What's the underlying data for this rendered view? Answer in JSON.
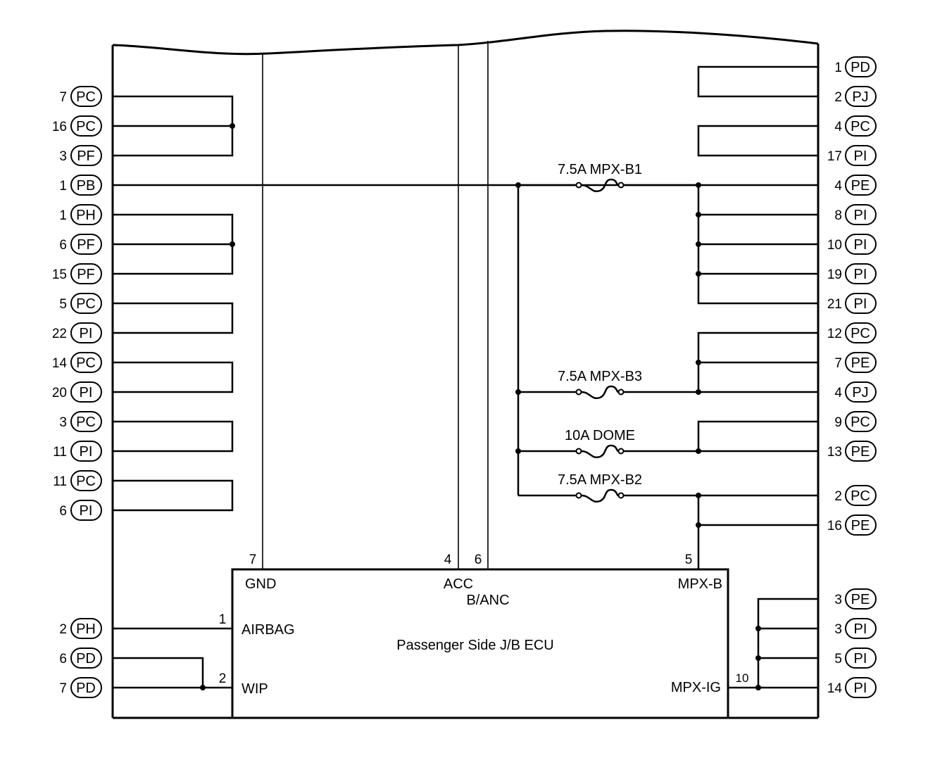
{
  "left_terminals": [
    {
      "pin": "7",
      "conn": "PC"
    },
    {
      "pin": "16",
      "conn": "PC"
    },
    {
      "pin": "3",
      "conn": "PF"
    },
    {
      "pin": "1",
      "conn": "PB"
    },
    {
      "pin": "1",
      "conn": "PH"
    },
    {
      "pin": "6",
      "conn": "PF"
    },
    {
      "pin": "15",
      "conn": "PF"
    },
    {
      "pin": "5",
      "conn": "PC"
    },
    {
      "pin": "22",
      "conn": "PI"
    },
    {
      "pin": "14",
      "conn": "PC"
    },
    {
      "pin": "20",
      "conn": "PI"
    },
    {
      "pin": "3",
      "conn": "PC"
    },
    {
      "pin": "11",
      "conn": "PI"
    },
    {
      "pin": "11",
      "conn": "PC"
    },
    {
      "pin": "6",
      "conn": "PI"
    },
    {
      "pin": "2",
      "conn": "PH"
    },
    {
      "pin": "6",
      "conn": "PD"
    },
    {
      "pin": "7",
      "conn": "PD"
    }
  ],
  "right_terminals": [
    {
      "pin": "1",
      "conn": "PD"
    },
    {
      "pin": "2",
      "conn": "PJ"
    },
    {
      "pin": "4",
      "conn": "PC"
    },
    {
      "pin": "17",
      "conn": "PI"
    },
    {
      "pin": "4",
      "conn": "PE"
    },
    {
      "pin": "8",
      "conn": "PI"
    },
    {
      "pin": "10",
      "conn": "PI"
    },
    {
      "pin": "19",
      "conn": "PI"
    },
    {
      "pin": "21",
      "conn": "PI"
    },
    {
      "pin": "12",
      "conn": "PC"
    },
    {
      "pin": "7",
      "conn": "PE"
    },
    {
      "pin": "4",
      "conn": "PJ"
    },
    {
      "pin": "9",
      "conn": "PC"
    },
    {
      "pin": "13",
      "conn": "PE"
    },
    {
      "pin": "2",
      "conn": "PC"
    },
    {
      "pin": "16",
      "conn": "PE"
    },
    {
      "pin": "3",
      "conn": "PE"
    },
    {
      "pin": "3",
      "conn": "PI"
    },
    {
      "pin": "5",
      "conn": "PI"
    },
    {
      "pin": "14",
      "conn": "PI"
    }
  ],
  "fuses": [
    "7.5A MPX-B1",
    "7.5A MPX-B3",
    "10A DOME",
    "7.5A MPX-B2"
  ],
  "ecu": {
    "name": "Passenger Side J/B ECU",
    "terminals": {
      "gnd": {
        "pin": "7",
        "label": "GND"
      },
      "acc": {
        "pin": "4",
        "label": "ACC"
      },
      "banc": {
        "pin": "6",
        "label": "B/ANC"
      },
      "mpxb": {
        "pin": "5",
        "label": "MPX-B"
      },
      "airbag": {
        "pin": "1",
        "label": "AIRBAG"
      },
      "wip": {
        "pin": "2",
        "label": "WIP"
      },
      "mpxig": {
        "pin": "10",
        "label": "MPX-IG"
      }
    }
  }
}
